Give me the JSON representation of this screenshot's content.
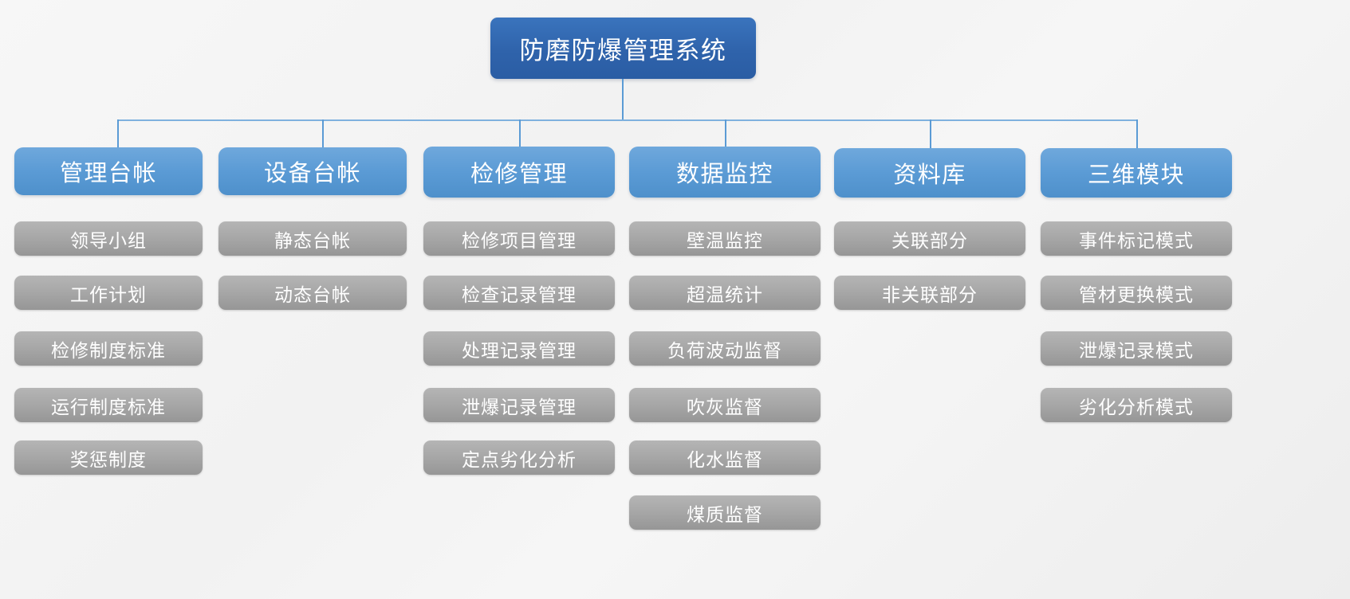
{
  "diagram": {
    "type": "organizational-tree",
    "title": "防磨防爆管理系统",
    "colors": {
      "root_fill": "#2f63ab",
      "level2_fill": "#5b9bd5",
      "leaf_fill": "#a8a8a8",
      "connector": "#5b9bd5",
      "text": "#ffffff",
      "background": "#f4f4f4"
    },
    "root": {
      "label": "防磨防爆管理系统"
    },
    "branches": [
      {
        "label": "管理台帐",
        "children": [
          "领导小组",
          "工作计划",
          "检修制度标准",
          "运行制度标准",
          "奖惩制度"
        ]
      },
      {
        "label": "设备台帐",
        "children": [
          "静态台帐",
          "动态台帐"
        ]
      },
      {
        "label": "检修管理",
        "children": [
          "检修项目管理",
          "检查记录管理",
          "处理记录管理",
          "泄爆记录管理",
          "定点劣化分析"
        ]
      },
      {
        "label": "数据监控",
        "children": [
          "壁温监控",
          "超温统计",
          "负荷波动监督",
          "吹灰监督",
          "化水监督",
          "煤质监督"
        ]
      },
      {
        "label": "资料库",
        "children": [
          "关联部分",
          "非关联部分"
        ]
      },
      {
        "label": "三维模块",
        "children": [
          "事件标记模式",
          "管材更换模式",
          "泄爆记录模式",
          "劣化分析模式"
        ]
      }
    ]
  }
}
